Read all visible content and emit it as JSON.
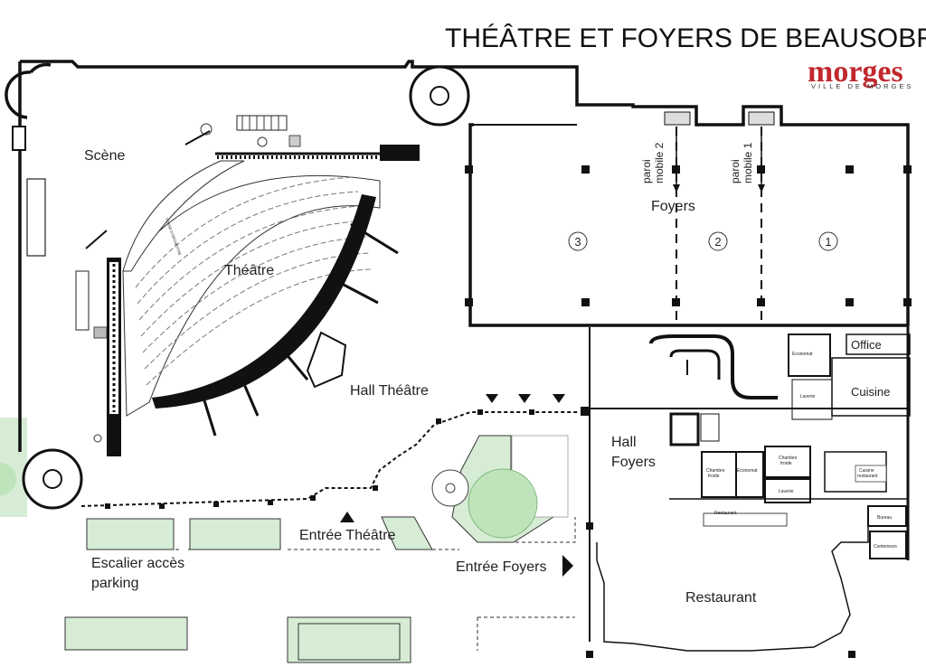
{
  "header": {
    "title": "THÉÂTRE ET FOYERS DE BEAUSOBRE",
    "brand": "morges",
    "brand_sub": "VILLE DE MORGES"
  },
  "rooms": {
    "scene": "Scène",
    "theatre": "Théâtre",
    "fosse": "FOSSE D'ORCHESTRE",
    "hall_theatre": "Hall Théâtre",
    "foyers": "Foyers",
    "hall_foyers_1": "Hall",
    "hall_foyers_2": "Foyers",
    "office": "Office",
    "cuisine": "Cuisine",
    "restaurant": "Restaurant",
    "economat_top": "Economat",
    "laverie_top": "Laverie",
    "chambre_froide_left_1": "Chambre",
    "chambre_froide_left_2": "froide",
    "economat_mid": "Economat",
    "chambre_froide_mid_1": "Chambre",
    "chambre_froide_mid_2": "froide",
    "laverie_mid": "Laverie",
    "cuisine_restaurant_1": "Cuisine",
    "cuisine_restaurant_2": "restaurant",
    "restaurant_small": "Restaurant",
    "bureau": "Bureau",
    "conteneurs": "Conteneurs"
  },
  "partitions": {
    "mobile_2_line1": "paroi",
    "mobile_2_line2": "mobile 2",
    "mobile_1_line1": "paroi",
    "mobile_1_line2": "mobile 1"
  },
  "sections": {
    "s3": "3",
    "s2": "2",
    "s1": "1"
  },
  "entrances": {
    "theatre": "Entrée Théâtre",
    "foyers": "Entrée Foyers",
    "parking_1": "Escalier accès",
    "parking_2": "parking"
  },
  "colors": {
    "wall": "#111111",
    "green_area": "#d6ecd4",
    "brand_red": "#c0282d"
  }
}
